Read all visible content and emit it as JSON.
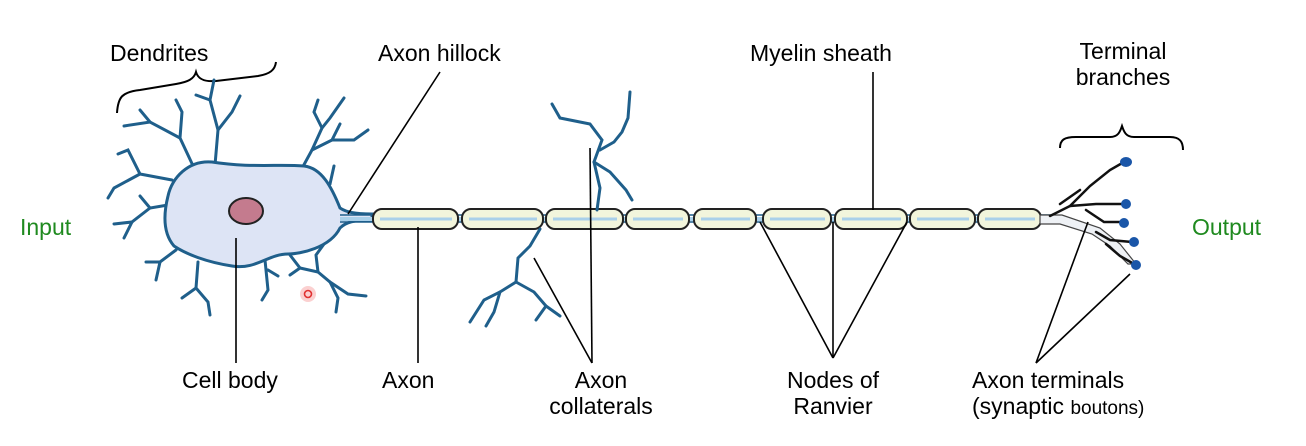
{
  "labels": {
    "dendrites": "Dendrites",
    "axon_hillock": "Axon hillock",
    "myelin_sheath": "Myelin sheath",
    "terminal_branches_1": "Terminal",
    "terminal_branches_2": "branches",
    "input": "Input",
    "output": "Output",
    "cell_body": "Cell body",
    "axon": "Axon",
    "axon_collaterals_1": "Axon",
    "axon_collaterals_2": "collaterals",
    "nodes_of_ranvier_1": "Nodes of",
    "nodes_of_ranvier_2": "Ranvier",
    "axon_terminals_1": "Axon terminals",
    "axon_terminals_2a": "(synaptic ",
    "axon_terminals_2b": "boutons)"
  },
  "colors": {
    "dendrite": "#1f5f8b",
    "cell_body_fill": "#dde4f5",
    "nucleus": "#c47b8e",
    "myelin_fill": "#f2f5dc",
    "axon_core": "#a9d0ea",
    "bouton": "#1a56a8",
    "label_green": "#1f8a1f"
  }
}
